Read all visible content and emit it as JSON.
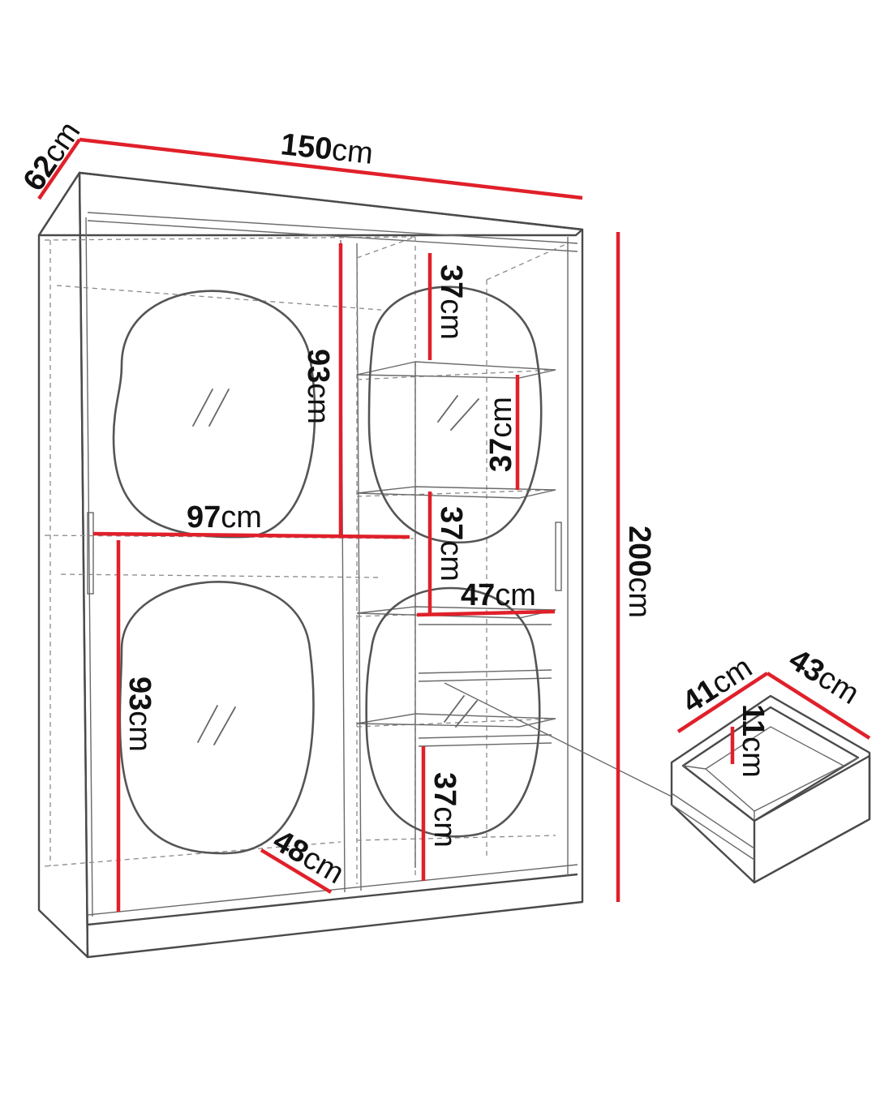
{
  "unit": "cm",
  "dimensions": {
    "depth": {
      "value": "62",
      "unit": "cm"
    },
    "width": {
      "value": "150",
      "unit": "cm"
    },
    "height": {
      "value": "200",
      "unit": "cm"
    },
    "left_upper_height": {
      "value": "93",
      "unit": "cm"
    },
    "left_width": {
      "value": "97",
      "unit": "cm"
    },
    "left_lower_height": {
      "value": "93",
      "unit": "cm"
    },
    "left_depth": {
      "value": "48",
      "unit": "cm"
    },
    "shelf_1": {
      "value": "37",
      "unit": "cm"
    },
    "shelf_2": {
      "value": "37",
      "unit": "cm"
    },
    "shelf_3": {
      "value": "37",
      "unit": "cm"
    },
    "shelf_width": {
      "value": "47",
      "unit": "cm"
    },
    "shelf_bottom": {
      "value": "37",
      "unit": "cm"
    }
  },
  "drawer": {
    "width": {
      "value": "41",
      "unit": "cm"
    },
    "depth": {
      "value": "43",
      "unit": "cm"
    },
    "height": {
      "value": "11",
      "unit": "cm"
    }
  },
  "colors": {
    "dimension_line": "#e0202a",
    "outline": "#4a4a4a"
  }
}
